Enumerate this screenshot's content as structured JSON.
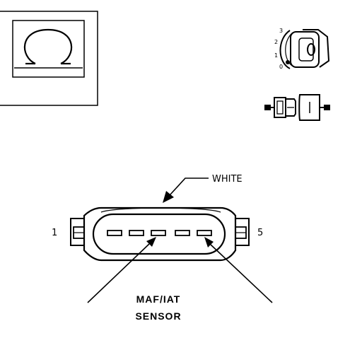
{
  "callout_label": "WHITE",
  "pin_first": "1",
  "pin_last": "5",
  "component_name_line1": "MAF/IAT",
  "component_name_line2": "SENSOR",
  "ignition_positions": [
    "3",
    "2",
    "1",
    "0"
  ],
  "meter_symbol_icon": "ohm-omega-icon",
  "ignition_key_icon": "ignition-key-switch-icon",
  "connector_icon": "disconnected-connector-icon",
  "line_color": "#000000",
  "background_color": "#ffffff"
}
